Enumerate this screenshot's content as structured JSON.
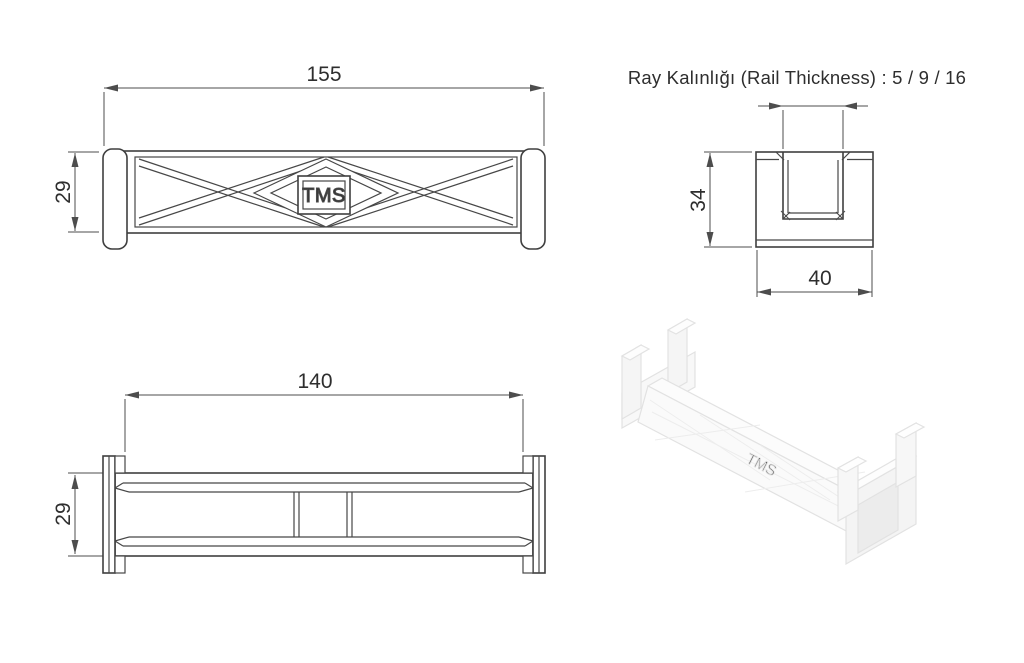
{
  "drawing": {
    "title": "Ray Kalınlığı (Rail Thickness) : 5 / 9 / 16",
    "logo": "TMS",
    "dims": {
      "front_length": "155",
      "front_height": "29",
      "plan_length": "140",
      "plan_height": "29",
      "section_height": "34",
      "section_width": "40"
    },
    "colors": {
      "line": "#3f3f3f",
      "dimension": "#4d4d4d",
      "text": "#2e2e2e",
      "ghost": "#e2e2e2",
      "background": "#ffffff"
    }
  }
}
